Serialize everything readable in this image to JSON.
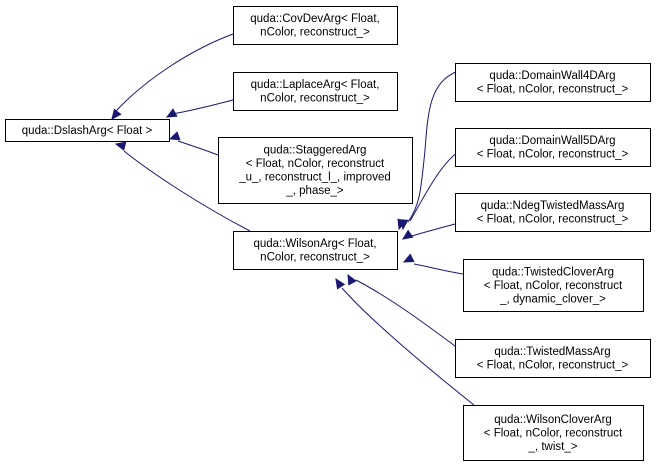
{
  "diagram": {
    "nodes": [
      {
        "id": "dslash",
        "lines": [
          "quda::DslashArg< Float >"
        ]
      },
      {
        "id": "covdev",
        "lines": [
          "quda::CovDevArg< Float,",
          "nColor, reconstruct_>"
        ]
      },
      {
        "id": "laplace",
        "lines": [
          "quda::LaplaceArg< Float,",
          "nColor, reconstruct_>"
        ]
      },
      {
        "id": "staggered",
        "lines": [
          "quda::StaggeredArg",
          "< Float, nColor, reconstruct",
          "_u_, reconstruct_l_, improved",
          "_, phase_>"
        ]
      },
      {
        "id": "wilson",
        "lines": [
          "quda::WilsonArg< Float,",
          "nColor, reconstruct_>"
        ]
      },
      {
        "id": "dw4d",
        "lines": [
          "quda::DomainWall4DArg",
          "< Float, nColor, reconstruct_>"
        ]
      },
      {
        "id": "dw5d",
        "lines": [
          "quda::DomainWall5DArg",
          "< Float, nColor, reconstruct_>"
        ]
      },
      {
        "id": "ndeg",
        "lines": [
          "quda::NdegTwistedMassArg",
          "< Float, nColor, reconstruct_>"
        ]
      },
      {
        "id": "tclover",
        "lines": [
          "quda::TwistedCloverArg",
          "< Float, nColor, reconstruct",
          "_, dynamic_clover_>"
        ]
      },
      {
        "id": "tmass",
        "lines": [
          "quda::TwistedMassArg",
          "< Float, nColor, reconstruct_>"
        ]
      },
      {
        "id": "wclover",
        "lines": [
          "quda::WilsonCloverArg",
          "< Float, nColor, reconstruct",
          "_, twist_>"
        ]
      }
    ],
    "edges": [
      {
        "from": "covdev",
        "to": "dslash"
      },
      {
        "from": "laplace",
        "to": "dslash"
      },
      {
        "from": "staggered",
        "to": "dslash"
      },
      {
        "from": "wilson",
        "to": "dslash"
      },
      {
        "from": "dw4d",
        "to": "wilson"
      },
      {
        "from": "dw5d",
        "to": "wilson"
      },
      {
        "from": "ndeg",
        "to": "wilson"
      },
      {
        "from": "tclover",
        "to": "wilson"
      },
      {
        "from": "tmass",
        "to": "wilson"
      },
      {
        "from": "wclover",
        "to": "wilson"
      }
    ],
    "colors": {
      "edge": "#191970",
      "box_border": "#000000",
      "box_fill": "#ffffff",
      "text": "#000000"
    }
  }
}
